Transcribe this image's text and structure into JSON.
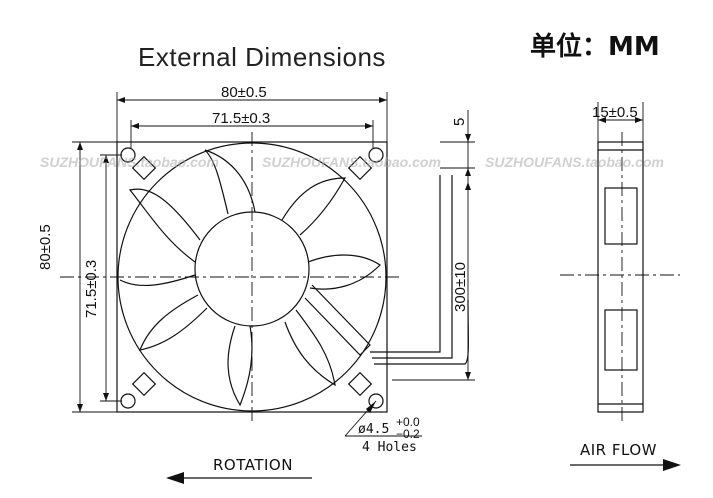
{
  "title": "External Dimensions",
  "unit_label": "单位：MM",
  "dimensions": {
    "outer_width": "80±0.5",
    "inner_width": "71.5±0.3",
    "outer_height": "80±0.5",
    "inner_height": "71.5±0.3",
    "cable_offset": "5",
    "cable_length": "300±10",
    "thickness": "15±0.5"
  },
  "hole_spec": {
    "diameter": "ø4.5",
    "tol_plus": "+0.0",
    "tol_minus": "−0.2",
    "count": "4 Holes"
  },
  "arrows": {
    "rotation": "ROTATION",
    "air_flow": "AIR FLOW"
  },
  "watermarks": [
    "SUZHOUFANS.taobao.com",
    "SUZHOUFANS.taobao.com",
    "SUZHOUFANS.taobao.com"
  ]
}
